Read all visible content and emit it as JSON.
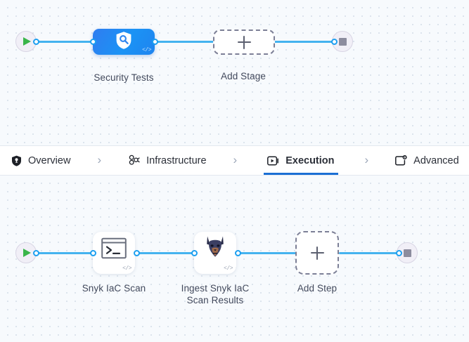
{
  "colors": {
    "canvas_bg": "#f7fafd",
    "grid_dot": "#d3dde8",
    "connector": "#44b3ef",
    "port_ring": "#1c9ff0",
    "stage_blue_a": "#2f7df0",
    "stage_blue_b": "#1b93f5",
    "active_tab_underline": "#1b6fd4",
    "play_green": "#3ab54a",
    "stop_gray": "#8c8c9e",
    "label_text": "#42495c",
    "dashed_border": "#7c7f96"
  },
  "stage_canvas": {
    "name": "pipeline-stage-canvas",
    "start_node": {
      "icon": "play-icon"
    },
    "end_node": {
      "icon": "stop-icon"
    },
    "nodes": [
      {
        "id": "security-tests",
        "label": "Security Tests",
        "icon": "shield-search-icon",
        "badge": "</>",
        "type": "stage"
      },
      {
        "id": "add-stage",
        "label": "Add Stage",
        "icon": "plus-icon",
        "type": "add"
      }
    ]
  },
  "tabbar": {
    "name": "pipeline-section-tabs",
    "tabs": [
      {
        "id": "overview",
        "label": "Overview",
        "icon": "shield-icon",
        "active": false
      },
      {
        "id": "infrastructure",
        "label": "Infrastructure",
        "icon": "nodes-cluster-icon",
        "active": false
      },
      {
        "id": "execution",
        "label": "Execution",
        "icon": "play-box-icon",
        "active": true
      },
      {
        "id": "advanced",
        "label": "Advanced",
        "icon": "settings-card-icon",
        "active": false
      }
    ],
    "separator": "›"
  },
  "step_canvas": {
    "name": "pipeline-step-canvas",
    "start_node": {
      "icon": "play-icon"
    },
    "end_node": {
      "icon": "stop-icon"
    },
    "nodes": [
      {
        "id": "snyk-iac-scan",
        "label": "Snyk IaC Scan",
        "icon": "terminal-icon",
        "badge": "</>",
        "type": "step"
      },
      {
        "id": "ingest-snyk-iac-scan-results",
        "label_line1": "Ingest Snyk IaC",
        "label_line2": "Scan Results",
        "icon": "doberman-head-icon",
        "badge": "</>",
        "type": "step"
      },
      {
        "id": "add-step",
        "label": "Add Step",
        "icon": "plus-icon",
        "type": "add"
      }
    ]
  }
}
